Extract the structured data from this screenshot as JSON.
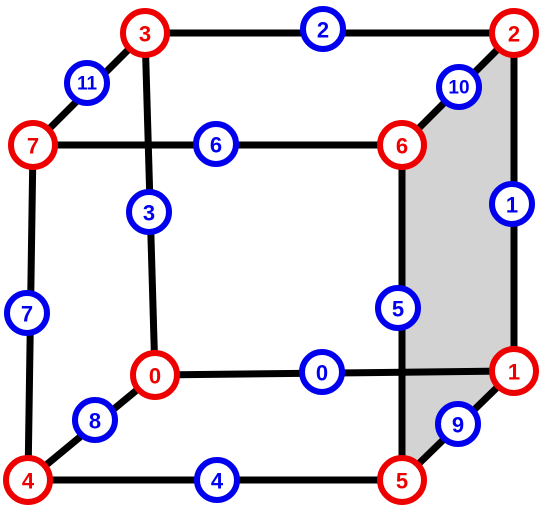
{
  "colors": {
    "vertex": "#ee0000",
    "edge": "#0000ee",
    "face_fill": "#d3d3d3",
    "line": "#000000"
  },
  "diagram": {
    "shaded_face": [
      1,
      2,
      6,
      5
    ],
    "vertices": [
      {
        "id": 0,
        "label": "0"
      },
      {
        "id": 1,
        "label": "1"
      },
      {
        "id": 2,
        "label": "2"
      },
      {
        "id": 3,
        "label": "3"
      },
      {
        "id": 4,
        "label": "4"
      },
      {
        "id": 5,
        "label": "5"
      },
      {
        "id": 6,
        "label": "6"
      },
      {
        "id": 7,
        "label": "7"
      }
    ],
    "edges": [
      {
        "id": 0,
        "label": "0",
        "from": 0,
        "to": 1
      },
      {
        "id": 1,
        "label": "1",
        "from": 1,
        "to": 2
      },
      {
        "id": 2,
        "label": "2",
        "from": 3,
        "to": 2
      },
      {
        "id": 3,
        "label": "3",
        "from": 0,
        "to": 3
      },
      {
        "id": 4,
        "label": "4",
        "from": 4,
        "to": 5
      },
      {
        "id": 5,
        "label": "5",
        "from": 5,
        "to": 6
      },
      {
        "id": 6,
        "label": "6",
        "from": 7,
        "to": 6
      },
      {
        "id": 7,
        "label": "7",
        "from": 4,
        "to": 7
      },
      {
        "id": 8,
        "label": "8",
        "from": 0,
        "to": 4
      },
      {
        "id": 9,
        "label": "9",
        "from": 1,
        "to": 5
      },
      {
        "id": 10,
        "label": "10",
        "from": 2,
        "to": 6
      },
      {
        "id": 11,
        "label": "11",
        "from": 3,
        "to": 7
      }
    ]
  }
}
